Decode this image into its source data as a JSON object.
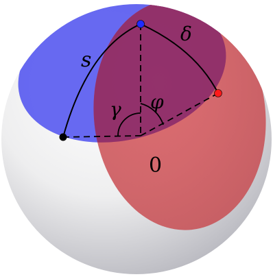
{
  "figure": {
    "labels": {
      "s": "s",
      "delta": "δ",
      "gamma": "γ",
      "phi": "φ",
      "origin": "0"
    },
    "colors": {
      "sphere_light": "#ffffff",
      "sphere_shade": "#c9c9cf",
      "blue_cap": "#5a5cf0",
      "red_cap": "#d2595e",
      "overlap": "#8f2f6a",
      "line": "#000000",
      "point_top": "#1f2cff",
      "point_right": "#ff1a1a",
      "point_left": "#000000"
    },
    "points": [
      {
        "name": "top-point",
        "color": "blue"
      },
      {
        "name": "right-point",
        "color": "red"
      },
      {
        "name": "left-point",
        "color": "black"
      }
    ]
  }
}
